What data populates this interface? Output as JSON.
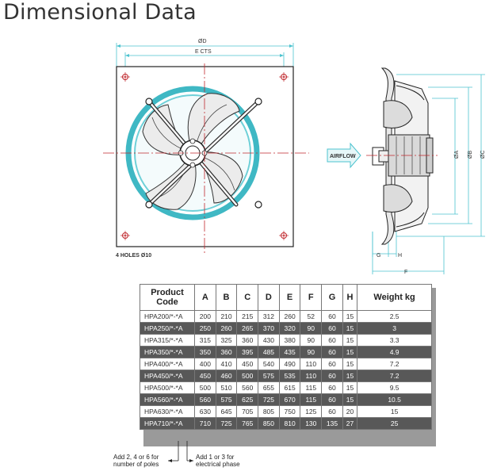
{
  "title": "Dimensional Data",
  "labels": {
    "diameter_d": "ØD",
    "e_cts": "E CTS",
    "holes": "4 HOLES Ø10",
    "airflow": "AIRFLOW",
    "dia_a": "ØA",
    "dia_b": "ØB",
    "dia_c": "ØC",
    "g": "G",
    "h": "H",
    "f": "F"
  },
  "table": {
    "headers": [
      "Product Code",
      "A",
      "B",
      "C",
      "D",
      "E",
      "F",
      "G",
      "H",
      "Weight kg"
    ],
    "rows": [
      [
        "HPA200/*-*A",
        "200",
        "210",
        "215",
        "312",
        "260",
        "52",
        "60",
        "15",
        "2.5"
      ],
      [
        "HPA250/*-*A",
        "250",
        "260",
        "265",
        "370",
        "320",
        "90",
        "60",
        "15",
        "3"
      ],
      [
        "HPA315/*-*A",
        "315",
        "325",
        "360",
        "430",
        "380",
        "90",
        "60",
        "15",
        "3.3"
      ],
      [
        "HPA350/*-*A",
        "350",
        "360",
        "395",
        "485",
        "435",
        "90",
        "60",
        "15",
        "4.9"
      ],
      [
        "HPA400/*-*A",
        "400",
        "410",
        "450",
        "540",
        "490",
        "110",
        "60",
        "15",
        "7.2"
      ],
      [
        "HPA450/*-*A",
        "450",
        "460",
        "500",
        "575",
        "535",
        "110",
        "60",
        "15",
        "7.2"
      ],
      [
        "HPA500/*-*A",
        "500",
        "510",
        "560",
        "655",
        "615",
        "115",
        "60",
        "15",
        "9.5"
      ],
      [
        "HPA560/*-*A",
        "560",
        "575",
        "625",
        "725",
        "670",
        "115",
        "60",
        "15",
        "10.5"
      ],
      [
        "HPA630/*-*A",
        "630",
        "645",
        "705",
        "805",
        "750",
        "125",
        "60",
        "20",
        "15"
      ],
      [
        "HPA710/*-*A",
        "710",
        "725",
        "765",
        "850",
        "810",
        "130",
        "135",
        "27",
        "25"
      ]
    ]
  },
  "notes": {
    "poles": "Add 2, 4 or 6 for number of poles",
    "phase": "Add 1 or 3 for electrical phase"
  }
}
